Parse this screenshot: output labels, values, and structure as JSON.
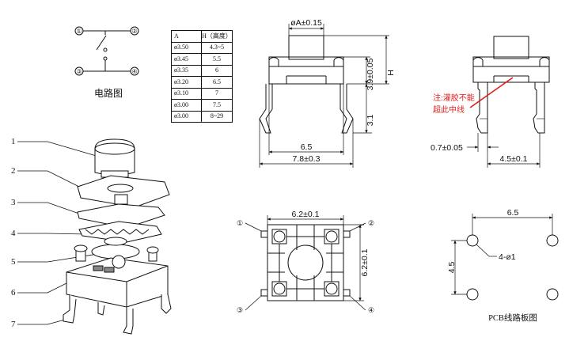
{
  "circuit": {
    "pin1": "①",
    "pin2": "②",
    "pin3": "③",
    "pin4": "④",
    "caption": "电路图"
  },
  "table": {
    "headers": [
      "A",
      "H（高度）"
    ],
    "rows": [
      [
        "ø3.50",
        "4.3~5"
      ],
      [
        "ø3.45",
        "5.5"
      ],
      [
        "ø3.35",
        "6"
      ],
      [
        "ø3.20",
        "6.5"
      ],
      [
        "ø3.10",
        "7"
      ],
      [
        "ø3.00",
        "7.5"
      ],
      [
        "ø3.00",
        "8~29"
      ]
    ]
  },
  "exploded": {
    "labels": [
      "1",
      "2",
      "3",
      "4",
      "5",
      "6",
      "7"
    ]
  },
  "front_view": {
    "dim_a": "øA±0.15",
    "dim_h": "H",
    "dim_body": "3.9±0.05",
    "dim_leg": "3.1",
    "dim_inner": "6.5",
    "dim_outer": "7.8±0.3"
  },
  "side_view": {
    "note_line1": "注:灌胶不能",
    "note_line2": "超此中线",
    "dim_pin": "0.7±0.05",
    "dim_pitch": "4.5±0.1",
    "accent_color": "#e0201e"
  },
  "top_view": {
    "dim_w": "6.2±0.1",
    "dim_h": "6.2±0.1",
    "pin1": "①",
    "pin2": "②",
    "pin3": "③",
    "pin4": "④"
  },
  "pcb": {
    "dim_w": "6.5",
    "dim_h": "4.5",
    "hole_label": "4-ø1",
    "caption": "PCB线路板图"
  }
}
